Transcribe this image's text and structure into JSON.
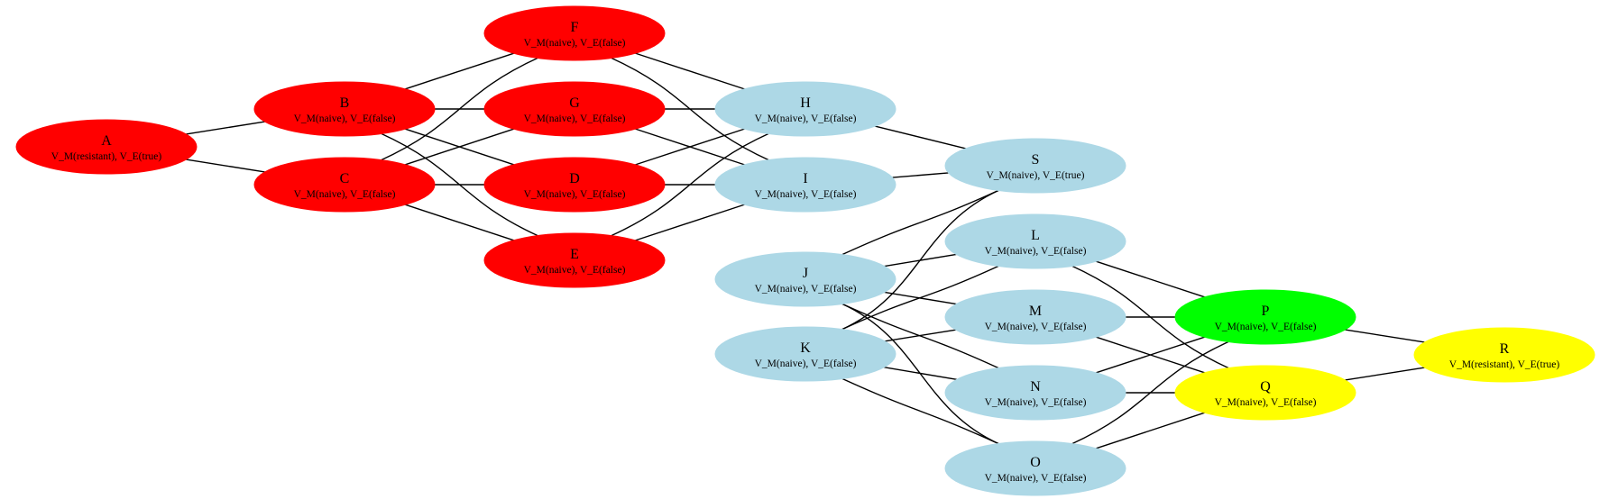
{
  "colors": {
    "red": "#ff0000",
    "lightblue": "#add8e6",
    "green": "#00ff00",
    "yellow": "#ffff00",
    "edge": "#000000"
  },
  "nodes": [
    {
      "id": "A",
      "label": "A",
      "sublabel": "V_M(resistant), V_E(true)",
      "color": "red"
    },
    {
      "id": "B",
      "label": "B",
      "sublabel": "V_M(naive), V_E(false)",
      "color": "red"
    },
    {
      "id": "C",
      "label": "C",
      "sublabel": "V_M(naive), V_E(false)",
      "color": "red"
    },
    {
      "id": "F",
      "label": "F",
      "sublabel": "V_M(naive), V_E(false)",
      "color": "red"
    },
    {
      "id": "G",
      "label": "G",
      "sublabel": "V_M(naive), V_E(false)",
      "color": "red"
    },
    {
      "id": "D",
      "label": "D",
      "sublabel": "V_M(naive), V_E(false)",
      "color": "red"
    },
    {
      "id": "E",
      "label": "E",
      "sublabel": "V_M(naive), V_E(false)",
      "color": "red"
    },
    {
      "id": "H",
      "label": "H",
      "sublabel": "V_M(naive), V_E(false)",
      "color": "lightblue"
    },
    {
      "id": "I",
      "label": "I",
      "sublabel": "V_M(naive), V_E(false)",
      "color": "lightblue"
    },
    {
      "id": "J",
      "label": "J",
      "sublabel": "V_M(naive), V_E(false)",
      "color": "lightblue"
    },
    {
      "id": "K",
      "label": "K",
      "sublabel": "V_M(naive), V_E(false)",
      "color": "lightblue"
    },
    {
      "id": "S",
      "label": "S",
      "sublabel": "V_M(naive), V_E(true)",
      "color": "lightblue"
    },
    {
      "id": "L",
      "label": "L",
      "sublabel": "V_M(naive), V_E(false)",
      "color": "lightblue"
    },
    {
      "id": "M",
      "label": "M",
      "sublabel": "V_M(naive), V_E(false)",
      "color": "lightblue"
    },
    {
      "id": "N",
      "label": "N",
      "sublabel": "V_M(naive), V_E(false)",
      "color": "lightblue"
    },
    {
      "id": "O",
      "label": "O",
      "sublabel": "V_M(naive), V_E(false)",
      "color": "lightblue"
    },
    {
      "id": "P",
      "label": "P",
      "sublabel": "V_M(naive), V_E(false)",
      "color": "green"
    },
    {
      "id": "Q",
      "label": "Q",
      "sublabel": "V_M(naive), V_E(false)",
      "color": "yellow"
    },
    {
      "id": "R",
      "label": "R",
      "sublabel": "V_M(resistant), V_E(true)",
      "color": "yellow"
    }
  ],
  "edges": [
    [
      "A",
      "B"
    ],
    [
      "A",
      "C"
    ],
    [
      "B",
      "F"
    ],
    [
      "B",
      "G"
    ],
    [
      "B",
      "D"
    ],
    [
      "B",
      "E"
    ],
    [
      "C",
      "F"
    ],
    [
      "C",
      "G"
    ],
    [
      "C",
      "D"
    ],
    [
      "C",
      "E"
    ],
    [
      "F",
      "H"
    ],
    [
      "F",
      "I"
    ],
    [
      "G",
      "H"
    ],
    [
      "G",
      "I"
    ],
    [
      "D",
      "H"
    ],
    [
      "D",
      "I"
    ],
    [
      "E",
      "H"
    ],
    [
      "E",
      "I"
    ],
    [
      "H",
      "S"
    ],
    [
      "I",
      "S"
    ],
    [
      "J",
      "S"
    ],
    [
      "J",
      "L"
    ],
    [
      "J",
      "M"
    ],
    [
      "J",
      "N"
    ],
    [
      "J",
      "O"
    ],
    [
      "K",
      "S"
    ],
    [
      "K",
      "L"
    ],
    [
      "K",
      "M"
    ],
    [
      "K",
      "N"
    ],
    [
      "K",
      "O"
    ],
    [
      "L",
      "P"
    ],
    [
      "L",
      "Q"
    ],
    [
      "M",
      "P"
    ],
    [
      "M",
      "Q"
    ],
    [
      "N",
      "P"
    ],
    [
      "N",
      "Q"
    ],
    [
      "O",
      "P"
    ],
    [
      "O",
      "Q"
    ],
    [
      "P",
      "R"
    ],
    [
      "Q",
      "R"
    ]
  ]
}
